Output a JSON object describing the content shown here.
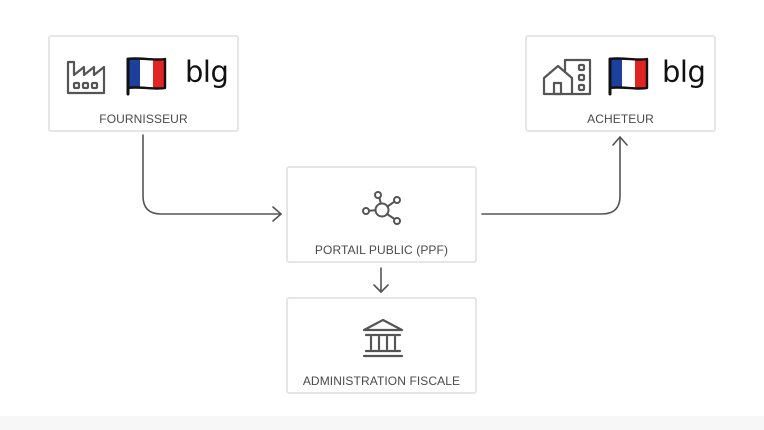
{
  "nodes": {
    "supplier": {
      "label": "FOURNISSEUR",
      "brand": "blg",
      "icon": "factory-icon",
      "flag": "france-flag-icon"
    },
    "buyer": {
      "label": "ACHETEUR",
      "brand": "blg",
      "icon": "buildings-icon",
      "flag": "france-flag-icon"
    },
    "portal": {
      "label": "PORTAIL PUBLIC (PPF)",
      "icon": "network-hub-icon"
    },
    "tax": {
      "label": "ADMINISTRATION FISCALE",
      "icon": "government-building-icon"
    }
  },
  "edges": [
    {
      "from": "supplier",
      "to": "portal"
    },
    {
      "from": "portal",
      "to": "buyer"
    },
    {
      "from": "portal",
      "to": "tax"
    }
  ],
  "colors": {
    "line": "#555555",
    "icon": "#555555",
    "card_border": "#e6e6e6",
    "flag_blue": "#1d3f9e",
    "flag_white": "#ffffff",
    "flag_red": "#e02424"
  }
}
